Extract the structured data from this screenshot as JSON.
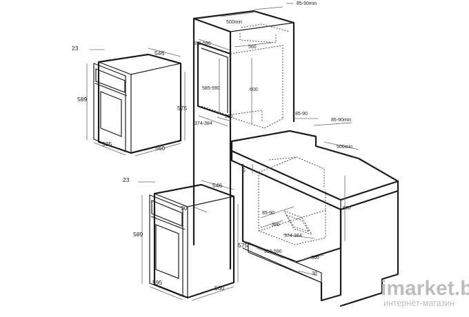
{
  "oven_top": {
    "d_23": "23",
    "d_546": "546",
    "d_589": "589",
    "d_575": "575",
    "d_595": "595",
    "d_560": "560"
  },
  "oven_bottom": {
    "d_23": "23",
    "d_546": "546",
    "d_30": "30",
    "d_589": "589",
    "d_575": "575",
    "d_595": "595",
    "d_560": "560"
  },
  "column_niche": {
    "d_500min": "500min",
    "d_85_90min": "85-90min",
    "d_556_590": "556-590",
    "d_560": "560",
    "d_585_590": "585-590",
    "d_600": "600",
    "d_380": "380",
    "d_374_384": "374-384"
  },
  "base_cabinet": {
    "d_85_90": "85-90",
    "d_85_90min": "85-90min",
    "d_500min": "500min",
    "d_5": "5",
    "d_600": "600",
    "d_85_90_inner": "85-90",
    "d_380": "380",
    "d_374_384": "374-384",
    "d_556_590": "556-590",
    "d_560": "560",
    "d_30": "30"
  },
  "watermark": {
    "brand": "imarket.by",
    "subtitle": "интернет-магазин"
  }
}
